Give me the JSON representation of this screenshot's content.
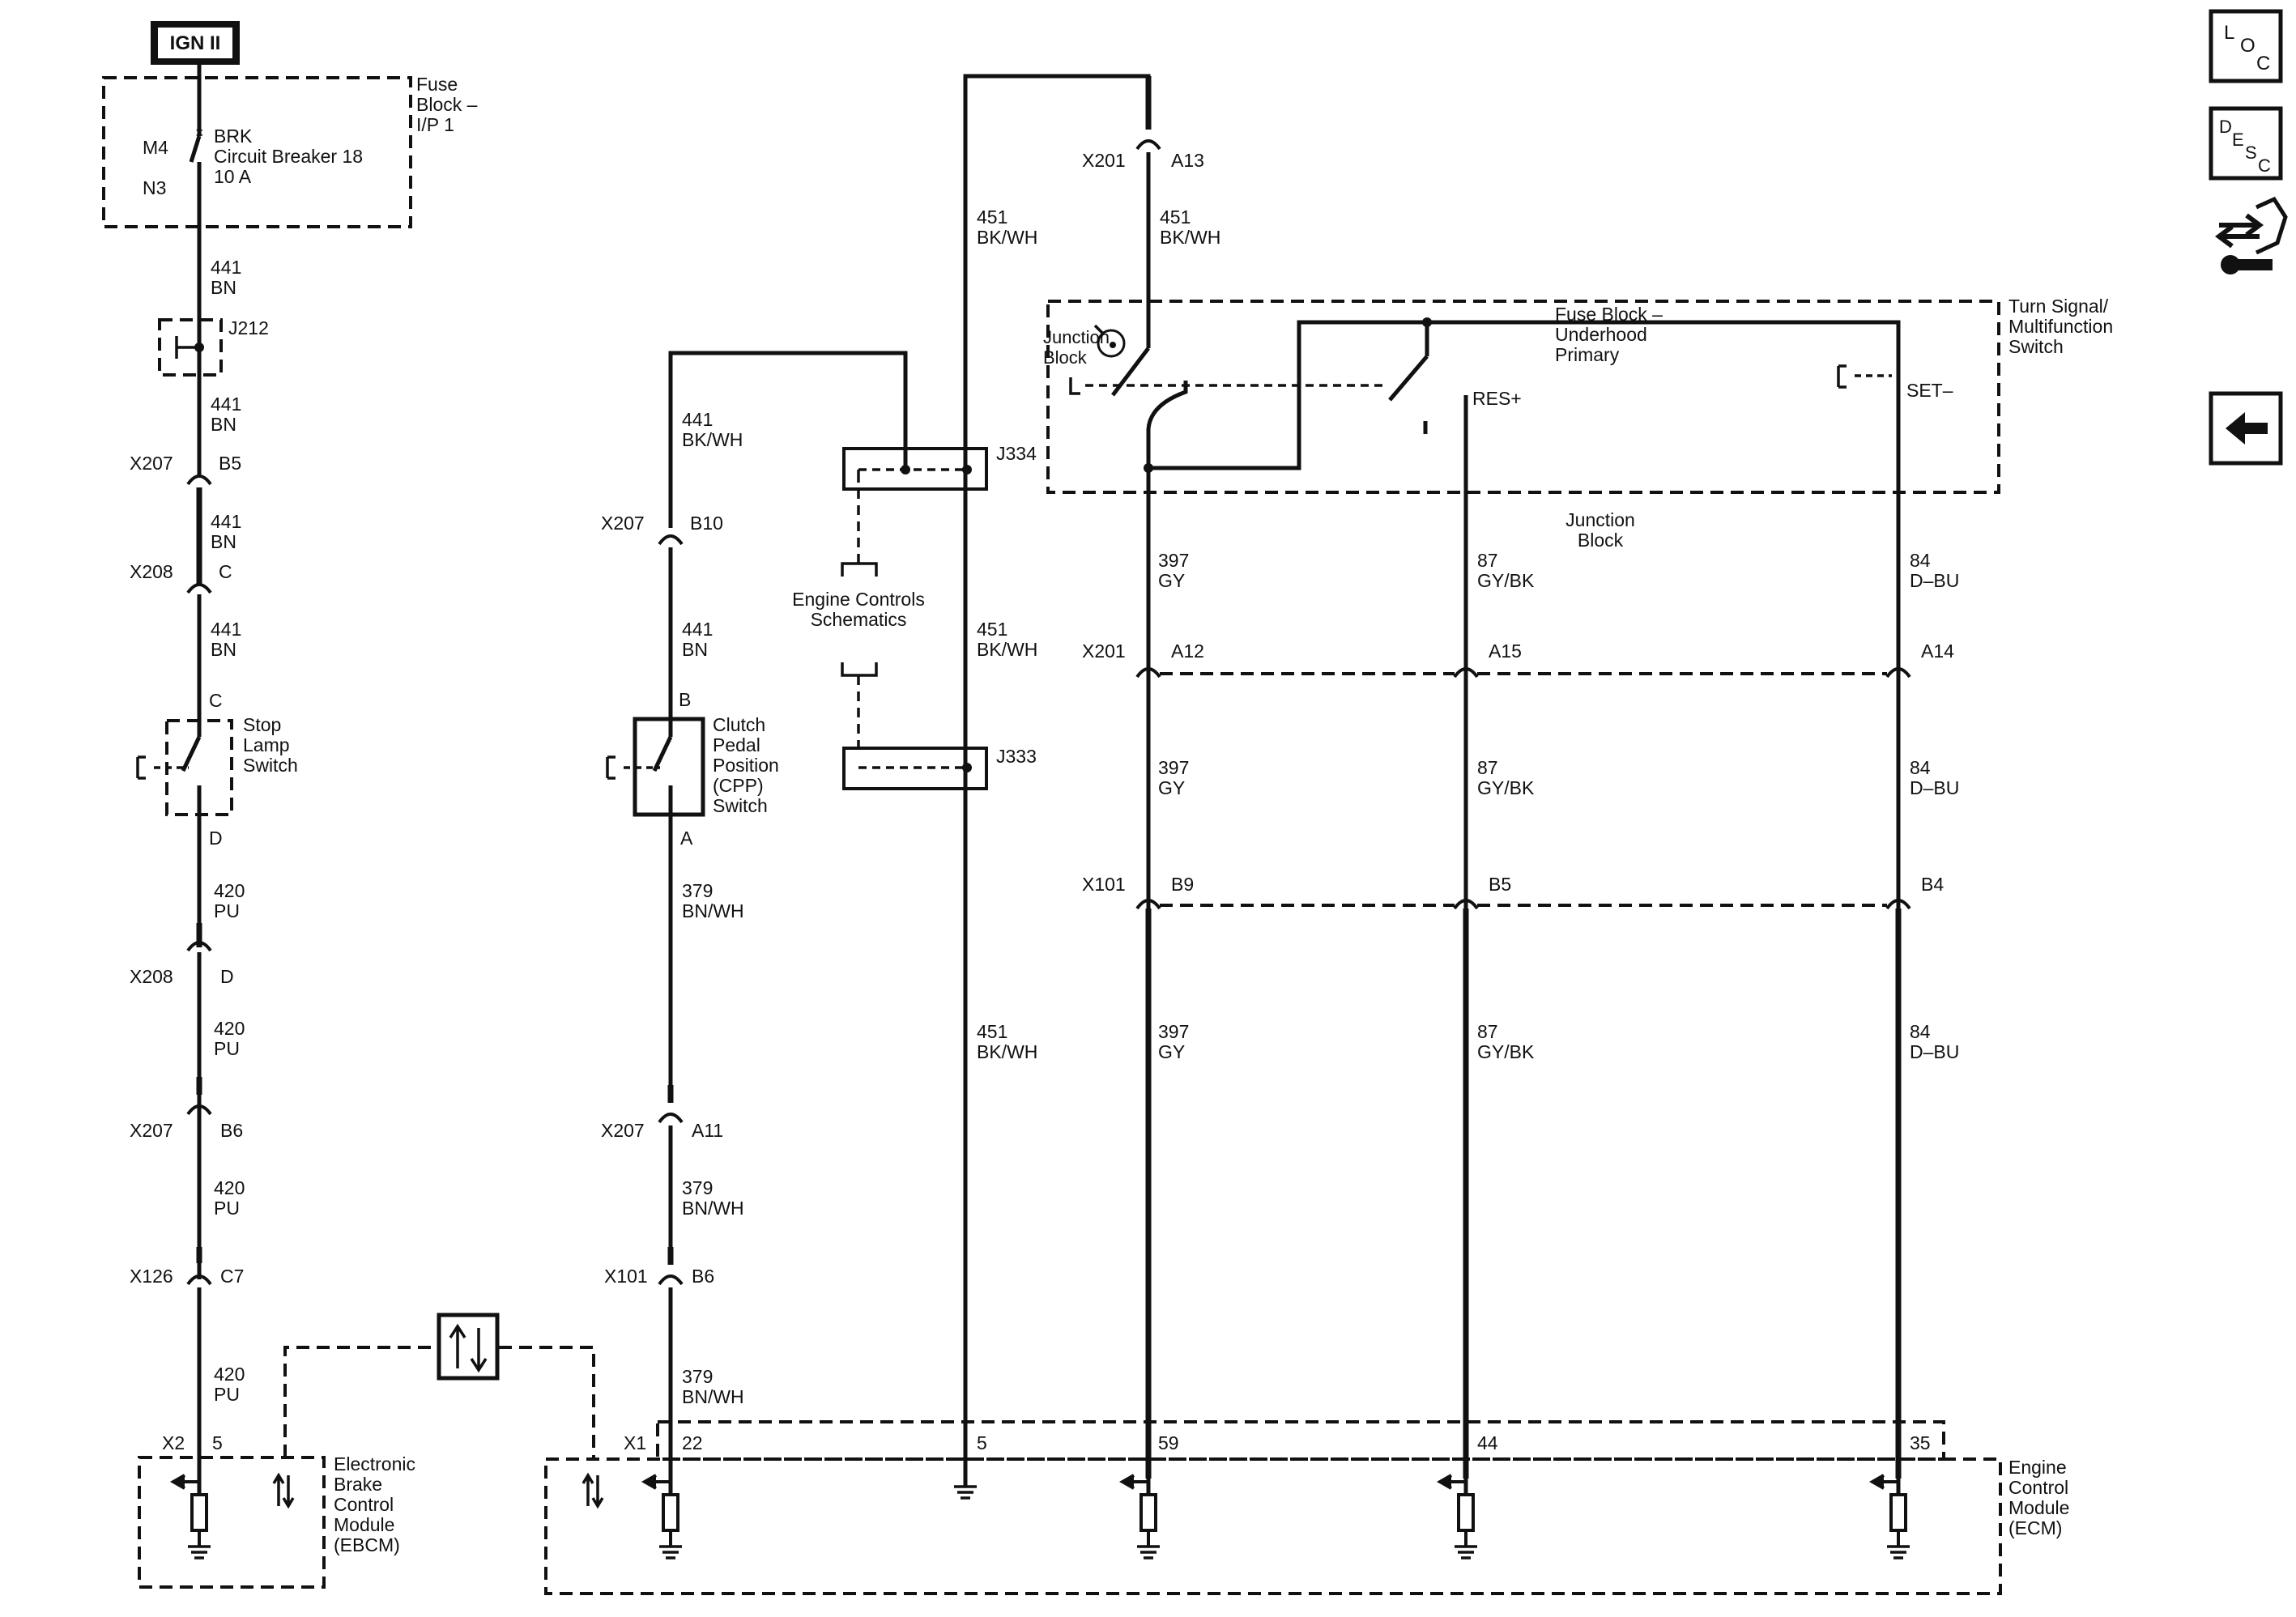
{
  "title_badge": "IGN II",
  "fuse_block_ip": "Fuse\nBlock –\nI/P 1",
  "breaker_pins": [
    "M4",
    "N3"
  ],
  "breaker_label": "BRK\nCircuit Breaker 18\n10 A",
  "splice_j212": "J212",
  "splice_j334": "J334",
  "splice_j333": "J333",
  "engine_controls": "Engine Controls\nSchematics",
  "stop_lamp": "Stop\nLamp\nSwitch",
  "cpp_switch": "Clutch\nPedal\nPosition\n(CPP)\nSwitch",
  "ebcm": "Electronic\nBrake\nControl\nModule\n(EBCM)",
  "ecm": "Engine\nControl\nModule\n(ECM)",
  "junction_block_small": "Junction\nBlock",
  "fuse_block_underhood": "Fuse Block –\nUnderhood\nPrimary",
  "junction_block": "Junction\nBlock",
  "turn_signal": "Turn Signal/\nMultifunction\nSwitch",
  "res_label": "RES+",
  "set_label": "SET–",
  "switch_pins": {
    "stop_c": "C",
    "stop_d": "D",
    "cpp_b": "B",
    "cpp_a": "A"
  },
  "wires": {
    "w441bn": "441\nBN",
    "w441bkwh": "441\nBK/WH",
    "w420pu": "420\nPU",
    "w379": "379\nBN/WH",
    "w451": "451\nBK/WH",
    "w397": "397\nGY",
    "w87": "87\nGY/BK",
    "w84": "84\nD–BU"
  },
  "connectors": {
    "x207": "X207",
    "x208": "X208",
    "x126": "X126",
    "x101": "X101",
    "x201": "X201",
    "x2": "X2",
    "x1": "X1",
    "b5": "B5",
    "c": "C",
    "d": "D",
    "b6": "B6",
    "c7": "C7",
    "b10": "B10",
    "a11": "A11",
    "a13": "A13",
    "a12": "A12",
    "a15": "A15",
    "a14": "A14",
    "b9": "B9",
    "b4": "B4"
  },
  "ecm_pins": [
    "22",
    "5",
    "59",
    "44",
    "35"
  ],
  "ebcm_pin": "5",
  "side_icons": [
    "loc-icon",
    "desc-icon",
    "connector-view-icon",
    "back-arrow-icon"
  ],
  "side_icon_text": {
    "loc": [
      "L",
      "O",
      "C"
    ],
    "desc": [
      "D",
      "E",
      "S",
      "C"
    ]
  }
}
